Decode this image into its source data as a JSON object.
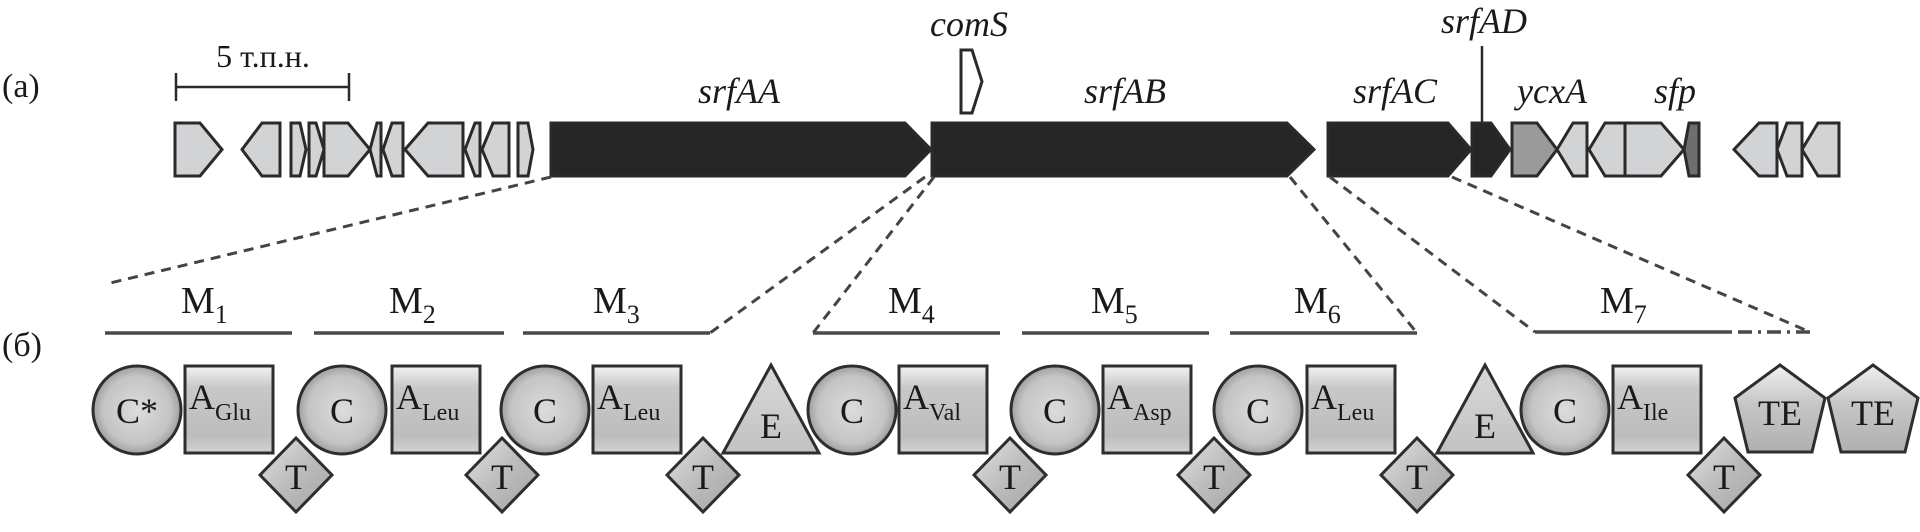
{
  "panels": {
    "a": "(а)",
    "b": "(б)"
  },
  "scale_bar": {
    "label": "5 т.п.н."
  },
  "colors": {
    "srf_gene": "#262626",
    "other_gene": "#d2d3d5",
    "ycxA_gene": "#9a9a9a",
    "sfp_gene": "#6e6e6e",
    "domain_fill": "#c9c9c9",
    "outline": "#2a2a2a"
  },
  "gene_labels": {
    "srfAA": "srfAA",
    "comS": "comS",
    "srfAB": "srfAB",
    "srfAC": "srfAC",
    "srfAD": "srfAD",
    "ycxA": "ycxA",
    "sfp": "sfp"
  },
  "genes": [
    {
      "name": "orf",
      "strand": "+",
      "kind": "other"
    },
    {
      "name": "orf",
      "strand": "-",
      "kind": "other"
    },
    {
      "name": "orf",
      "strand": "+",
      "kind": "other"
    },
    {
      "name": "orf",
      "strand": "+",
      "kind": "other"
    },
    {
      "name": "orf",
      "strand": "+",
      "kind": "other"
    },
    {
      "name": "orf",
      "strand": "-",
      "kind": "other"
    },
    {
      "name": "orf",
      "strand": "-",
      "kind": "other"
    },
    {
      "name": "orf",
      "strand": "-",
      "kind": "other"
    },
    {
      "name": "orf",
      "strand": "-",
      "kind": "other"
    },
    {
      "name": "orf",
      "strand": "-",
      "kind": "other"
    },
    {
      "name": "orf",
      "strand": "+",
      "kind": "other"
    },
    {
      "name": "srfAA",
      "strand": "+",
      "kind": "srf"
    },
    {
      "name": "srfAB",
      "strand": "+",
      "kind": "srf"
    },
    {
      "name": "comS",
      "strand": "+",
      "kind": "comS"
    },
    {
      "name": "srfAC",
      "strand": "+",
      "kind": "srf"
    },
    {
      "name": "srfAD",
      "strand": "+",
      "kind": "srf"
    },
    {
      "name": "ycxA",
      "strand": "+",
      "kind": "ycxA"
    },
    {
      "name": "orf",
      "strand": "-",
      "kind": "other"
    },
    {
      "name": "orf",
      "strand": "-",
      "kind": "other"
    },
    {
      "name": "orf",
      "strand": "+",
      "kind": "other"
    },
    {
      "name": "sfp",
      "strand": "-",
      "kind": "sfp"
    },
    {
      "name": "orf",
      "strand": "-",
      "kind": "other"
    },
    {
      "name": "orf",
      "strand": "-",
      "kind": "other"
    },
    {
      "name": "orf",
      "strand": "-",
      "kind": "other"
    }
  ],
  "modules": [
    {
      "label": "M",
      "sub": "1"
    },
    {
      "label": "M",
      "sub": "2"
    },
    {
      "label": "M",
      "sub": "3"
    },
    {
      "label": "M",
      "sub": "4"
    },
    {
      "label": "M",
      "sub": "5"
    },
    {
      "label": "M",
      "sub": "6"
    },
    {
      "label": "M",
      "sub": "7"
    }
  ],
  "domains": [
    {
      "type": "C",
      "label": "C*",
      "sub": ""
    },
    {
      "type": "A",
      "label": "A",
      "sub": "Glu"
    },
    {
      "type": "T",
      "label": "T",
      "sub": ""
    },
    {
      "type": "C",
      "label": "C",
      "sub": ""
    },
    {
      "type": "A",
      "label": "A",
      "sub": "Leu"
    },
    {
      "type": "T",
      "label": "T",
      "sub": ""
    },
    {
      "type": "C",
      "label": "C",
      "sub": ""
    },
    {
      "type": "A",
      "label": "A",
      "sub": "Leu"
    },
    {
      "type": "T",
      "label": "T",
      "sub": ""
    },
    {
      "type": "E",
      "label": "E",
      "sub": ""
    },
    {
      "type": "C",
      "label": "C",
      "sub": ""
    },
    {
      "type": "A",
      "label": "A",
      "sub": "Val"
    },
    {
      "type": "T",
      "label": "T",
      "sub": ""
    },
    {
      "type": "C",
      "label": "C",
      "sub": ""
    },
    {
      "type": "A",
      "label": "A",
      "sub": "Asp"
    },
    {
      "type": "T",
      "label": "T",
      "sub": ""
    },
    {
      "type": "C",
      "label": "C",
      "sub": ""
    },
    {
      "type": "A",
      "label": "A",
      "sub": "Leu"
    },
    {
      "type": "T",
      "label": "T",
      "sub": ""
    },
    {
      "type": "E",
      "label": "E",
      "sub": ""
    },
    {
      "type": "C",
      "label": "C",
      "sub": ""
    },
    {
      "type": "A",
      "label": "A",
      "sub": "Ile"
    },
    {
      "type": "T",
      "label": "T",
      "sub": ""
    },
    {
      "type": "TE",
      "label": "TE",
      "sub": ""
    },
    {
      "type": "TE",
      "label": "TE",
      "sub": ""
    }
  ]
}
